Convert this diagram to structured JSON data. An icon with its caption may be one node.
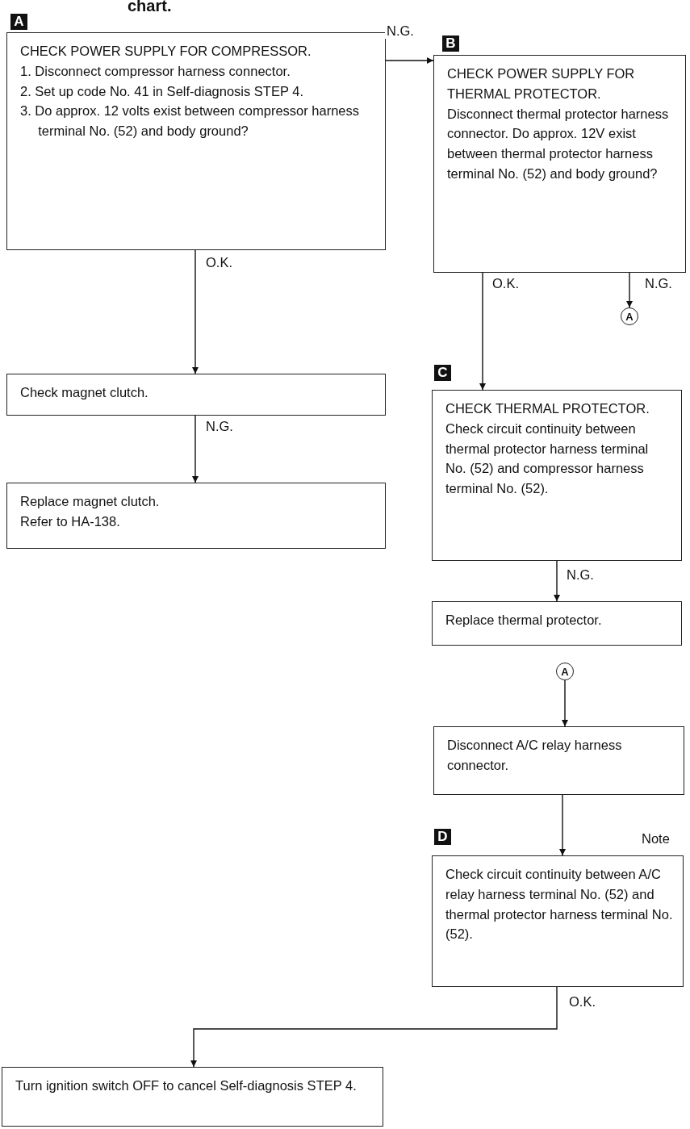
{
  "diagram": {
    "nodes": [
      {
        "text": [
          "CHECK POWER SUPPLY FOR COMPRESSOR.",
          "1. Disconnect compressor harness connector.",
          "2. Set up code No. 41 in Self-diagnosis STEP 4.",
          "3. Do approx. 12 volts exist between compressor harness terminal No. (52) and body ground?"
        ],
        "beside": [
          "A"
        ]
      },
      {
        "text": [
          "CHECK POWER SUPPLY FOR THERMAL PROTECTOR.",
          "Disconnect thermal protector harness connector. Do approx. 12V exist between thermal protector harness terminal No. (52) and body ground?"
        ],
        "beside": [
          "B"
        ]
      },
      {
        "text": [
          "Check magnet clutch."
        ]
      },
      {
        "text": [
          "Replace magnet clutch.",
          "Refer to HA-138."
        ]
      },
      {
        "text": [
          "A"
        ]
      },
      {
        "text": [
          "CHECK THERMAL PROTECTOR.",
          "Check circuit continuity between thermal protector harness terminal No. (52) and compressor harness terminal No. (52)."
        ],
        "beside": [
          "C"
        ]
      },
      {
        "text": [
          "Replace thermal protector."
        ]
      },
      {
        "text": [
          "A"
        ]
      },
      {
        "text": [
          "Disconnect A/C relay harness connector."
        ]
      },
      {
        "text": [
          "Check circuit continuity between A/C relay harness terminal No. (52) and thermal protector harness terminal No. (52)."
        ],
        "beside": [
          "D",
          "Note"
        ]
      },
      {
        "text": [
          "Turn ignition switch OFF to cancel Self-diagnosis STEP 4."
        ]
      }
    ],
    "edges": [
      {
        "from": 0,
        "to": 1,
        "arrow": "to",
        "label": "N.G."
      },
      {
        "from": 0,
        "to": 2,
        "arrow": "to",
        "label": "O.K."
      },
      {
        "from": 2,
        "to": 3,
        "arrow": "to",
        "label": "N.G."
      },
      {
        "from": 1,
        "to": 5,
        "arrow": "to",
        "label": "O.K."
      },
      {
        "from": 1,
        "to": 4,
        "arrow": "to",
        "label": "N.G."
      },
      {
        "from": 5,
        "to": 6,
        "arrow": "to",
        "label": "N.G."
      },
      {
        "from": 7,
        "to": 8,
        "arrow": "to"
      },
      {
        "from": 8,
        "to": 9,
        "arrow": "to"
      },
      {
        "from": 9,
        "to": 10,
        "arrow": "to",
        "label": "O.K."
      }
    ],
    "labels": [
      "chart."
    ]
  }
}
